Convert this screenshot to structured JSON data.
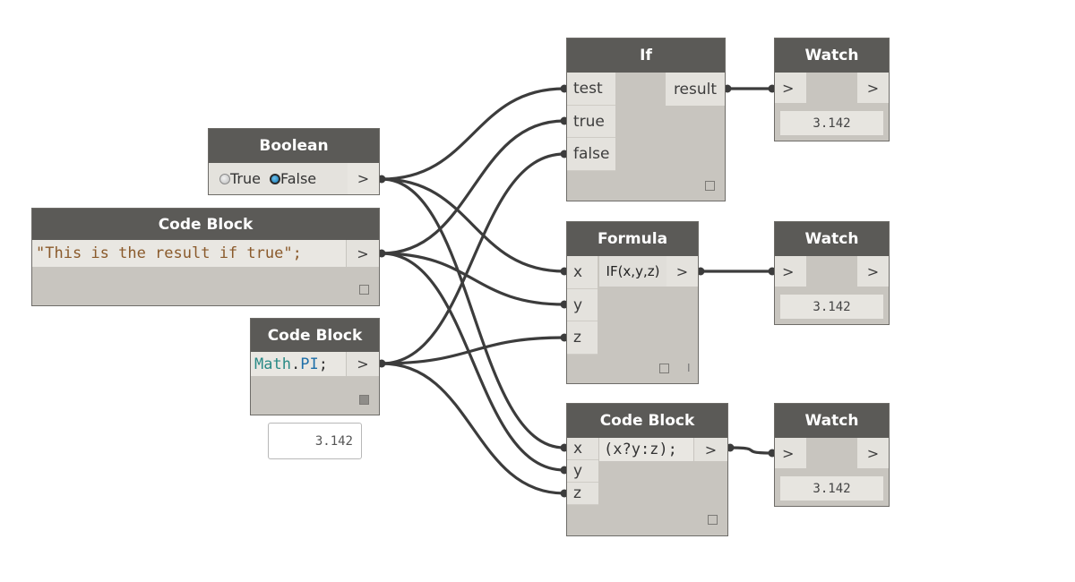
{
  "nodes": {
    "boolean": {
      "title": "Boolean",
      "options": [
        "True",
        "False"
      ],
      "selected": "False",
      "output": ">"
    },
    "code_block_1": {
      "title": "Code Block",
      "code": "\"This is the result if true\";",
      "output": ">"
    },
    "code_block_2": {
      "title": "Code Block",
      "code_class": "Math",
      "code_dot": ".",
      "code_member": "PI",
      "code_end": ";",
      "output": ">",
      "preview": "3.142"
    },
    "if": {
      "title": "If",
      "inputs": [
        "test",
        "true",
        "false"
      ],
      "output": "result"
    },
    "formula": {
      "title": "Formula",
      "inputs": [
        "x",
        "y",
        "z"
      ],
      "expression": "IF(x,y,z)",
      "output": ">",
      "footer_mark": "I"
    },
    "code_block_3": {
      "title": "Code Block",
      "inputs": [
        "x",
        "y",
        "z"
      ],
      "code": "(x?y:z);",
      "output": ">"
    },
    "watch_1": {
      "title": "Watch",
      "input": ">",
      "output": ">",
      "value": "3.142"
    },
    "watch_2": {
      "title": "Watch",
      "input": ">",
      "output": ">",
      "value": "3.142"
    },
    "watch_3": {
      "title": "Watch",
      "input": ">",
      "output": ">",
      "value": "3.142"
    }
  },
  "connections": [
    {
      "from": "boolean",
      "to": "if.test"
    },
    {
      "from": "boolean",
      "to": "formula.x"
    },
    {
      "from": "boolean",
      "to": "code_block_3.x"
    },
    {
      "from": "code_block_1",
      "to": "if.true"
    },
    {
      "from": "code_block_1",
      "to": "formula.y"
    },
    {
      "from": "code_block_1",
      "to": "code_block_3.y"
    },
    {
      "from": "code_block_2",
      "to": "if.false"
    },
    {
      "from": "code_block_2",
      "to": "formula.z"
    },
    {
      "from": "code_block_2",
      "to": "code_block_3.z"
    },
    {
      "from": "if.result",
      "to": "watch_1"
    },
    {
      "from": "formula",
      "to": "watch_2"
    },
    {
      "from": "code_block_3",
      "to": "watch_3"
    }
  ],
  "colors": {
    "header": "#5b5a57",
    "body": "#c8c5bf",
    "port": "#e4e2dd",
    "wire": "#3c3c3c",
    "string_literal": "#8a5a2b",
    "class_name": "#2a8a86",
    "member_name": "#1e6fa8",
    "radio_selected": "#1279b4"
  }
}
